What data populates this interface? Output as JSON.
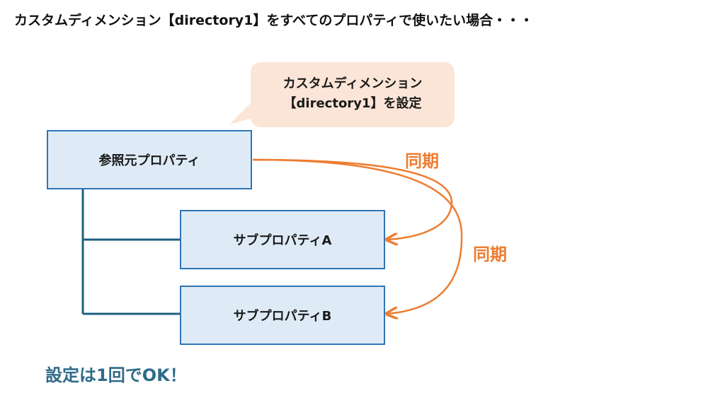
{
  "heading": "カスタムディメンション【directory1】をすべてのプロパティで使いたい場合・・・",
  "callout": {
    "line1": "カスタムディメンション",
    "line2": "【directory1】を設定"
  },
  "boxes": {
    "reference": "参照元プロパティ",
    "sub_a": "サブプロパティA",
    "sub_b": "サブプロパティB"
  },
  "sync_labels": [
    "同期",
    "同期"
  ],
  "footer": "設定は1回でOK！",
  "colors": {
    "box_fill": "#deebf7",
    "box_border": "#2e75b6",
    "tree_line": "#1f5f7f",
    "sync_arrow": "#ed7d31",
    "callout_fill": "#fbe5d6",
    "footer_text": "#2e6b8a"
  }
}
